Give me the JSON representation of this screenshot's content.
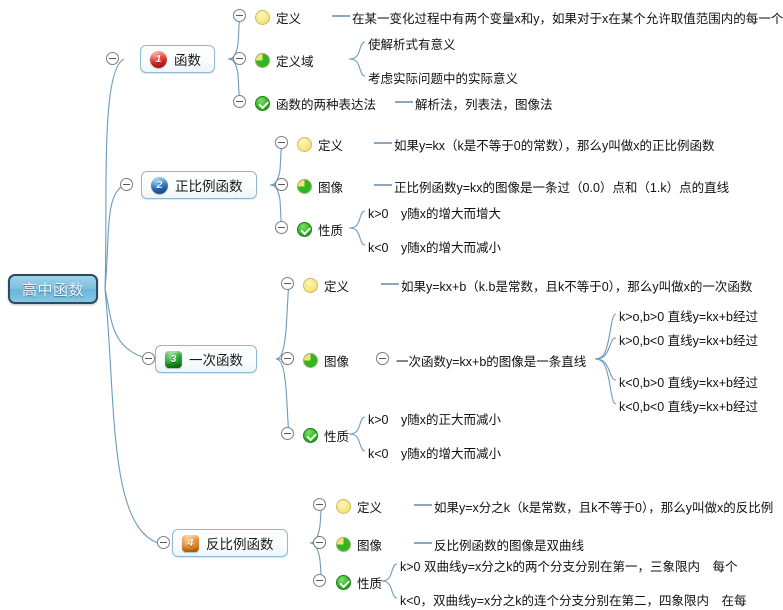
{
  "app": {
    "title": "高中函数",
    "type": "mindmap"
  },
  "root": {
    "label": "高中函数",
    "color": "#7ec0df",
    "border_color": "#2b4a63",
    "text_color": "#eaf6ff"
  },
  "branches": [
    {
      "id": "b1",
      "number": "1",
      "badge_color": "#e8231c",
      "badge_style": "red",
      "label": "函数",
      "subtopics": [
        {
          "icon": "progress-0-icon",
          "icon_style": "yellow",
          "label": "定义",
          "connector": "dash",
          "leaves": [
            "在某一变化过程中有两个变量x和y，如果对于x在某个允许取值范围内的每一个"
          ]
        },
        {
          "icon": "progress-75-icon",
          "icon_style": "pie75",
          "label": "定义域",
          "connector": "brace",
          "leaves": [
            "使解析式有意义",
            "考虑实际问题中的实际意义"
          ]
        },
        {
          "icon": "complete-icon",
          "icon_style": "check",
          "label": "函数的两种表达法",
          "connector": "dash",
          "leaves": [
            "解析法，列表法，图像法"
          ]
        }
      ]
    },
    {
      "id": "b2",
      "number": "2",
      "badge_color": "#1e6fc4",
      "badge_style": "blue",
      "label": "正比例函数",
      "subtopics": [
        {
          "icon": "progress-0-icon",
          "icon_style": "yellow",
          "label": "定义",
          "connector": "dash",
          "leaves": [
            "如果y=kx（k是不等于0的常数），那么y叫做x的正比例函数"
          ]
        },
        {
          "icon": "progress-75-icon",
          "icon_style": "pie75",
          "label": "图像",
          "connector": "dash",
          "leaves": [
            "正比例函数y=kx的图像是一条过（0.0）点和（1.k）点的直线"
          ]
        },
        {
          "icon": "complete-icon",
          "icon_style": "check",
          "label": "性质",
          "connector": "brace",
          "leaves": [
            "k>0　y随x的增大而增大",
            "k<0　y随x的增大而减小"
          ]
        }
      ]
    },
    {
      "id": "b3",
      "number": "3",
      "badge_color": "#16a020",
      "badge_style": "green",
      "label": "一次函数",
      "subtopics": [
        {
          "icon": "progress-0-icon",
          "icon_style": "yellow",
          "label": "定义",
          "connector": "dash",
          "leaves": [
            "如果y=kx+b（k.b是常数，且k不等于0），那么y叫做x的一次函数"
          ]
        },
        {
          "icon": "progress-75-icon",
          "icon_style": "pie75",
          "label": "图像",
          "connector": "collapser",
          "mid_label": "一次函数y=kx+b的图像是一条直线",
          "leaves": [
            "k>o,b>0  直线y=kx+b经过",
            "k>0,b<0  直线y=kx+b经过",
            "k<0,b>0  直线y=kx+b经过",
            "k<0,b<0  直线y=kx+b经过"
          ]
        },
        {
          "icon": "complete-icon",
          "icon_style": "check",
          "label": "性质",
          "connector": "brace",
          "leaves": [
            "k>0　y随x的正大而减小",
            "k<0　y随x的增大而减小"
          ]
        }
      ]
    },
    {
      "id": "b4",
      "number": "4",
      "badge_color": "#ef8b22",
      "badge_style": "orange",
      "label": "反比例函数",
      "subtopics": [
        {
          "icon": "progress-0-icon",
          "icon_style": "yellow",
          "label": "定义",
          "connector": "dash",
          "leaves": [
            "如果y=x分之k（k是常数，且k不等于0），那么y叫做x的反比例"
          ]
        },
        {
          "icon": "progress-75-icon",
          "icon_style": "pie75",
          "label": "图像",
          "connector": "dash",
          "leaves": [
            "反比例函数的图像是双曲线"
          ]
        },
        {
          "icon": "complete-icon",
          "icon_style": "check",
          "label": "性质",
          "connector": "brace",
          "leaves": [
            "k>0  双曲线y=x分之k的两个分支分别在第一，三象限内　每个",
            "k<0，双曲线y=x分之k的连个分支分别在第二，四象限内　在每"
          ]
        }
      ]
    }
  ],
  "theme": {
    "wire_color": "#6b9bbd",
    "collapser_border": "#7d7d7d",
    "background": "#ffffff"
  }
}
